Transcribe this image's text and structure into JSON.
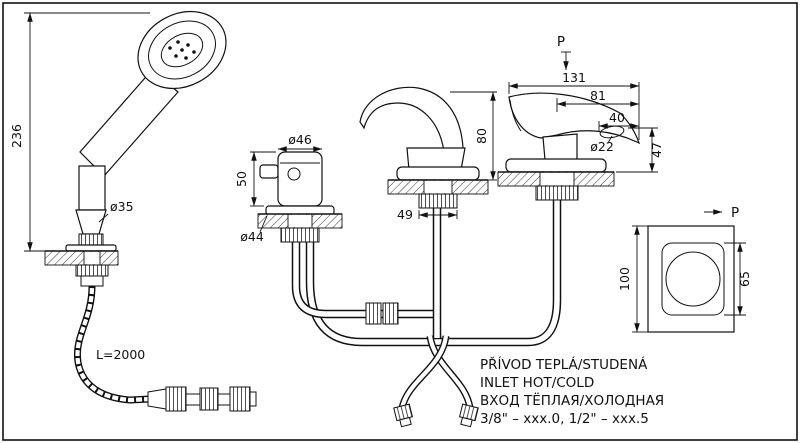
{
  "drawing": {
    "markers": {
      "p_top": "P",
      "p_side": "P"
    },
    "dims": {
      "shower_height": "236",
      "head_dia": "ø35",
      "hose_length": "L=2000",
      "diverter_dia": "ø46",
      "diverter_height": "50",
      "diverter_base_dia": "ø44",
      "mixer_height": "80",
      "mixer_base": "49",
      "spout_total_length": "131",
      "spout_reach": "81",
      "spout_outlet_width": "40",
      "spout_outlet_dia": "ø22",
      "spout_height": "47",
      "plate_size": "100",
      "plate_cutout": "65"
    },
    "notes": {
      "line1": "PŘÍVOD TEPLÁ/STUDENÁ",
      "line2": "INLET HOT/COLD",
      "line3": "ВХОД ТЁПЛАЯ/ХОЛОДНАЯ",
      "line4": "3/8\" – xxx.0, 1/2\" – xxx.5"
    }
  }
}
